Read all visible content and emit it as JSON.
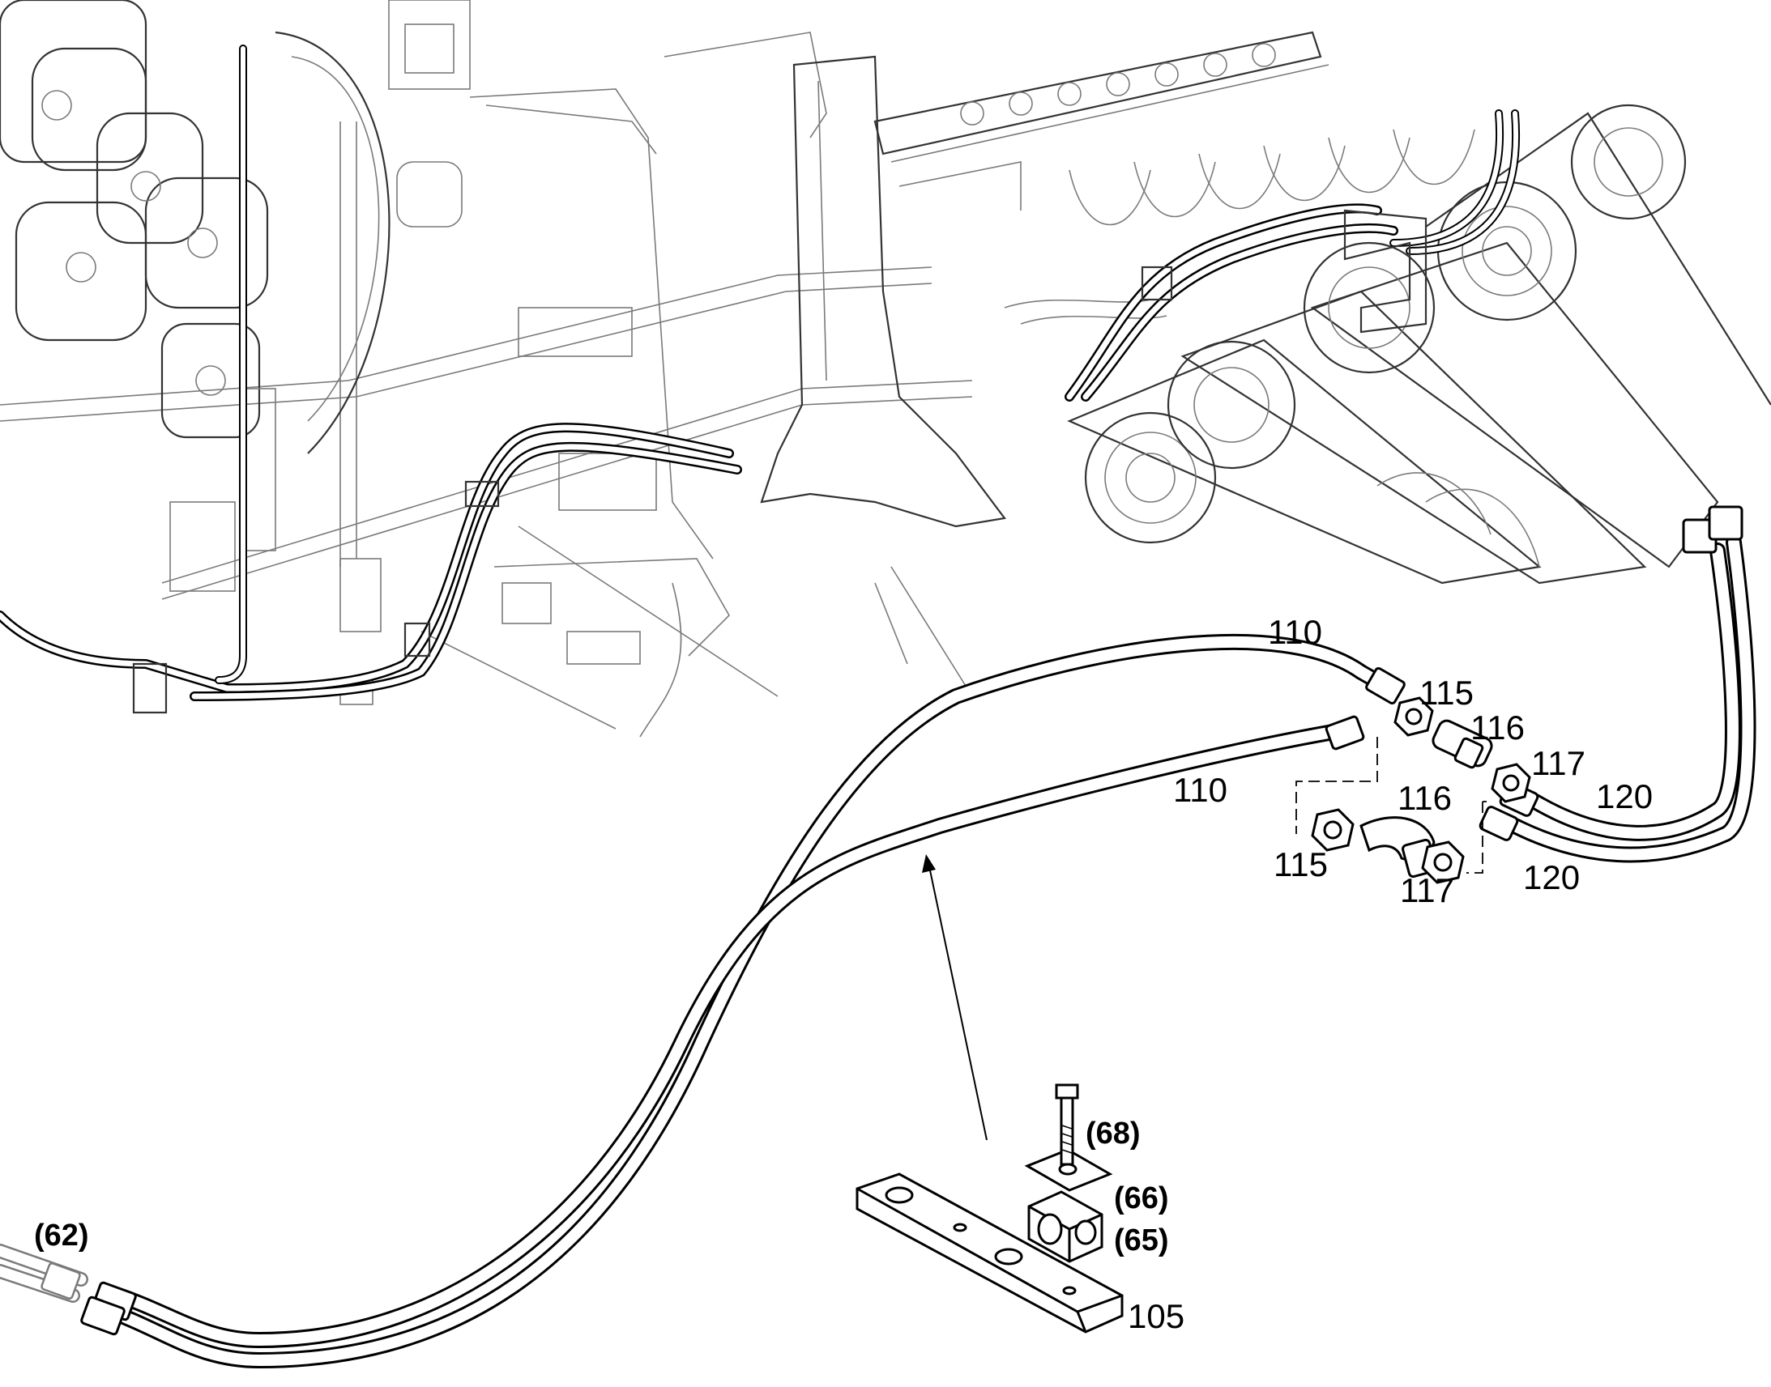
{
  "callouts": {
    "hose_upper": "110",
    "hose_lower": "110",
    "nut_upper": "115",
    "nut_lower": "115",
    "adapter_upper": "116",
    "adapter_lower": "116",
    "union_upper": "117",
    "union_lower": "117",
    "pipe_upper": "120",
    "pipe_lower": "120",
    "bolt": "(68)",
    "clamp_plate": "(66)",
    "clamp_half": "(65)",
    "existing_line": "(62)",
    "mounting_plate": "105"
  },
  "colors": {
    "ink": "#000000",
    "frame_lines": "#7a7a7a",
    "background": "#ffffff"
  }
}
